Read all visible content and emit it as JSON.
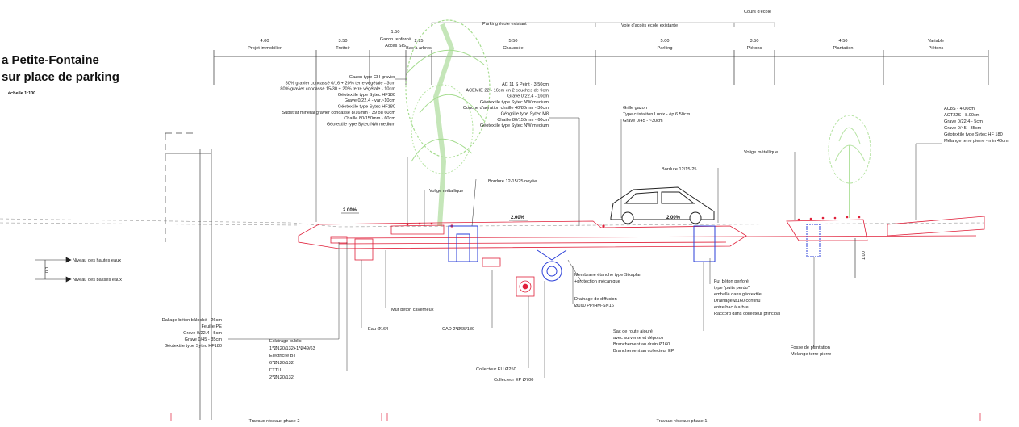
{
  "title": {
    "line1": "a Petite-Fontaine",
    "line2": "sur place de parking",
    "scale": "échelle 1:100"
  },
  "top_header": {
    "parking_existing": "Parking école existant",
    "road_existing": "Voie d'accès école existante",
    "courtyard": "Cours d'école"
  },
  "dimensions": [
    {
      "value": "4.00",
      "label": "Projet immobilier"
    },
    {
      "value": "3.50",
      "label": "Trottoir"
    },
    {
      "value": "1.50",
      "label": "Gazon renforcé / Accès SIS"
    },
    {
      "value": "2.15",
      "label": "Bac à arbres"
    },
    {
      "value": "5.50",
      "label": "Chaussée"
    },
    {
      "value": "5.00",
      "label": "Parking"
    },
    {
      "value": "3.50",
      "label": "Piétons"
    },
    {
      "value": "4.50",
      "label": "Plantation"
    },
    {
      "value": "Variable",
      "label": "Piétons"
    }
  ],
  "note_gazon": [
    "Gazon type CH-gravier",
    "80% gravier concassé 0/16 + 20% terre végétale - 3cm",
    "80% gravier concassé 15/30 + 20% terre végétale - 10cm",
    "Géotextile type Sytec HF180",
    "Grave 0/22.4 - var.~10cm",
    "Géotextile type Sytec HF180",
    "Substrat minéral gravier concassé 8/16mm - 39 ou 60cm",
    "Chaille 80/150mm - 60cm",
    "Géotextile type Sytec NW medium"
  ],
  "note_chaussee": [
    "AC 11 S Peint - 3.50cm",
    "ACEMIE 22 - 16cm en 2 couches de 9cm",
    "Grave 0/22.4 - 10cm",
    "Géotextile type Sytec NW medium",
    "Couche d'aération chaille 40/80mm - 30cm",
    "Géogrille type Sytec M8",
    "Chaille 80/150mm - 60cm",
    "Géotextile type Sytec NW medium"
  ],
  "note_grille": [
    "Grille gazon",
    "Type cristaliton Lunix - ép 6.50cm",
    "Grave 0/45 - ~30cm"
  ],
  "note_right": [
    "AC8S - 4.00cm",
    "ACT22S - 8.00cm",
    "Grave 0/22.4 - 5cm",
    "Grave 0/45 - 35cm",
    "Géotextile type Sytec HF 180",
    "Mélange terre pierre - min 40cm"
  ],
  "labels": {
    "volige_left": "Volige métallique",
    "bordure_left": "Bordure 12-15/25 noyée",
    "bordure_right": "Bordure 12/15-25",
    "volige_right": "Volige métallique",
    "slope_left": "2.00%",
    "slope_mid": "2.00%",
    "slope_right": "2.00%",
    "hautes_eaux": "Niveau des hautes eaux",
    "basses_eaux": "Niveau des basses eaux",
    "dim_left": "0.1",
    "dim_right": "1.00",
    "membrane": [
      "Membrane étanche type Sikaplan",
      "+protection mécanique"
    ],
    "drainage": [
      "Drainage de diffusion",
      "Ø160 PP/HM-SN16"
    ],
    "mur": "Mur béton caverneux",
    "eau": "Eau Ø164",
    "cad": "CAD 2*Ø65/180",
    "collecteur_eu": "Collecteur EU Ø250",
    "collecteur_ep": "Collecteur EP Ø700",
    "fut": [
      "Fut béton perforé",
      "type \"puits perdu\"",
      "emballé dans géotextile",
      "Drainage Ø160 continu",
      "entre bac à arbre",
      "Raccord dans collecteur principal"
    ],
    "sac": [
      "Sac de route ajouré",
      "avec surverse et dépotoir",
      "Branchement au drain Ø160",
      "Branchement au collecteur EP"
    ],
    "fosse": [
      "Fosse de plantation",
      "Mélange terre pierre"
    ],
    "dallage": [
      "Dallage béton bâloché - 26cm",
      "Feuille PE",
      "Grave 0/22.4 - 5cm",
      "Grave 0/45 - 35cm",
      "Géotextile type Sytec HF180"
    ],
    "eclairage": [
      "Eclairage public",
      "1*Ø120/132+1*Ø49/63",
      "Electricité BT",
      "6*Ø120/132",
      "FTTH",
      "2*Ø120/132"
    ],
    "phase2": "Travaux réseaux phase 2",
    "phase1": "Travaux réseaux phase 1"
  },
  "colors": {
    "red": "#e0203a",
    "blue": "#2b3fd8",
    "green": "#8fd07a",
    "ink": "#222222"
  }
}
